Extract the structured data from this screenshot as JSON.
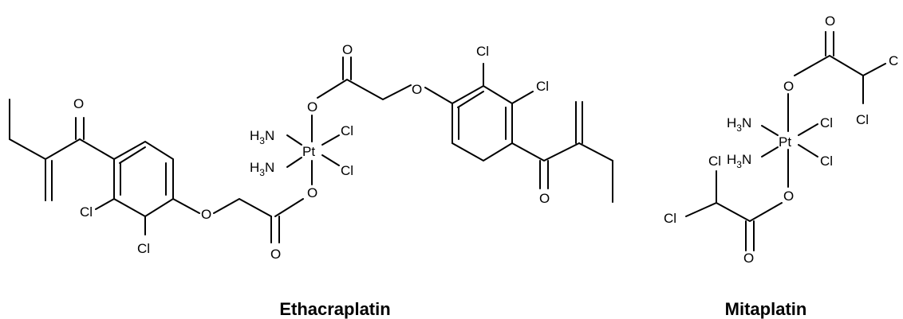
{
  "compounds": [
    {
      "name": "Ethacraplatin",
      "atoms": {
        "o_ketone_left": "O",
        "cl_ring_left_1": "Cl",
        "cl_ring_left_2": "Cl",
        "o_ether_left": "O",
        "o_carbonyl_left": "O",
        "o_ester_lower": "O",
        "o_ester_upper": "O",
        "o_carbonyl_upper": "O",
        "nh3_upper": "H",
        "nh3_upper_sub": "3",
        "nh3_upper_n": "N",
        "nh3_lower": "H",
        "nh3_lower_sub": "3",
        "nh3_lower_n": "N",
        "pt": "Pt",
        "cl_pt_1": "Cl",
        "cl_pt_2": "Cl",
        "o_ether_right": "O",
        "cl_ring_right_1": "Cl",
        "cl_ring_right_2": "Cl",
        "o_ketone_right": "O"
      }
    },
    {
      "name": "Mitaplatin",
      "atoms": {
        "o_carbonyl_top": "O",
        "o_ester_top": "O",
        "cl_top_1": "C",
        "cl_top_2": "Cl",
        "nh3_upper": "H",
        "nh3_upper_sub": "3",
        "nh3_upper_n": "N",
        "nh3_lower": "H",
        "nh3_lower_sub": "3",
        "nh3_lower_n": "N",
        "pt": "Pt",
        "cl_pt_1": "Cl",
        "cl_pt_2": "Cl",
        "cl_bottom_1": "Cl",
        "cl_bottom_2": "Cl",
        "o_ester_bottom": "O",
        "o_carbonyl_bottom": "O"
      }
    }
  ]
}
